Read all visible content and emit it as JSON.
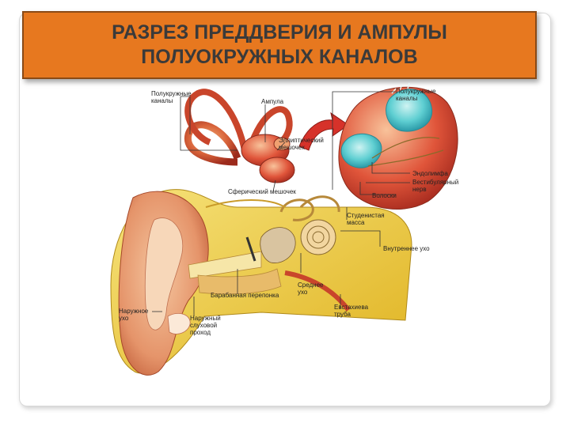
{
  "title": {
    "line1": "РАЗРЕЗ ПРЕДДВЕРИЯ  И АМПУЛЫ",
    "line2": "ПОЛУОКРУЖНЫХ КАНАЛОВ"
  },
  "labels": {
    "semicircular_canals_left": "Полукружные\nканалы",
    "ampulla": "Ампула",
    "utricle": "Эллиптический\nмешочек",
    "saccule": "Сферический мешочек",
    "semicircular_canals_right": "Полукружные\nканалы",
    "endolymph": "Эндолимфа",
    "vestibular_nerve": "Вестибулярный\nнерв",
    "hairs": "Волоски",
    "gelatinous_mass": "Студенистая\nмасса",
    "inner_ear": "Внутреннее ухо",
    "middle_ear": "Среднее\nухо",
    "tympanic_membrane": "Барабанная перепонка",
    "eustachian_tube": "Евстахиева\nтруба",
    "outer_ear": "Наружное\nухо",
    "ear_canal": "Наружный\nслуховой\nпроход"
  },
  "colors": {
    "title_bg": "#e7781f",
    "arrow": "#d6322a",
    "tissue": "#c9452b",
    "bone_yellow": "#f2d23a",
    "fluid_cyan": "#3fc0c6"
  }
}
